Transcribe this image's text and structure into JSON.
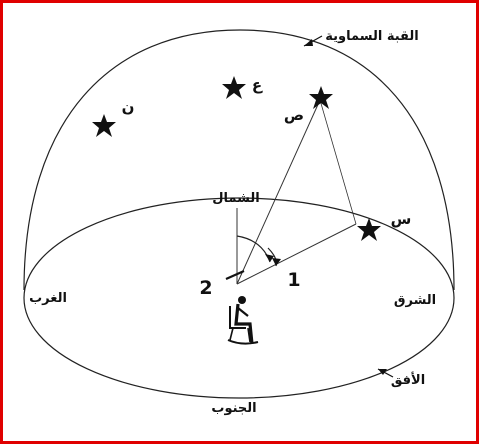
{
  "colors": {
    "frame": "#e00000",
    "ink": "#111111"
  },
  "labels": {
    "celestial_dome": "القبة السماوية",
    "north": "الشمال",
    "south": "الجنوب",
    "east": "الشرق",
    "west": "الغرب",
    "horizon": "الأفق"
  },
  "stars": {
    "n": "ن",
    "ain": "ع",
    "sad": "ص",
    "sin": "س"
  },
  "angles": {
    "one": "1",
    "two": "2"
  },
  "icons": {
    "observer": "seated-observer-icon",
    "star": "star-icon"
  }
}
